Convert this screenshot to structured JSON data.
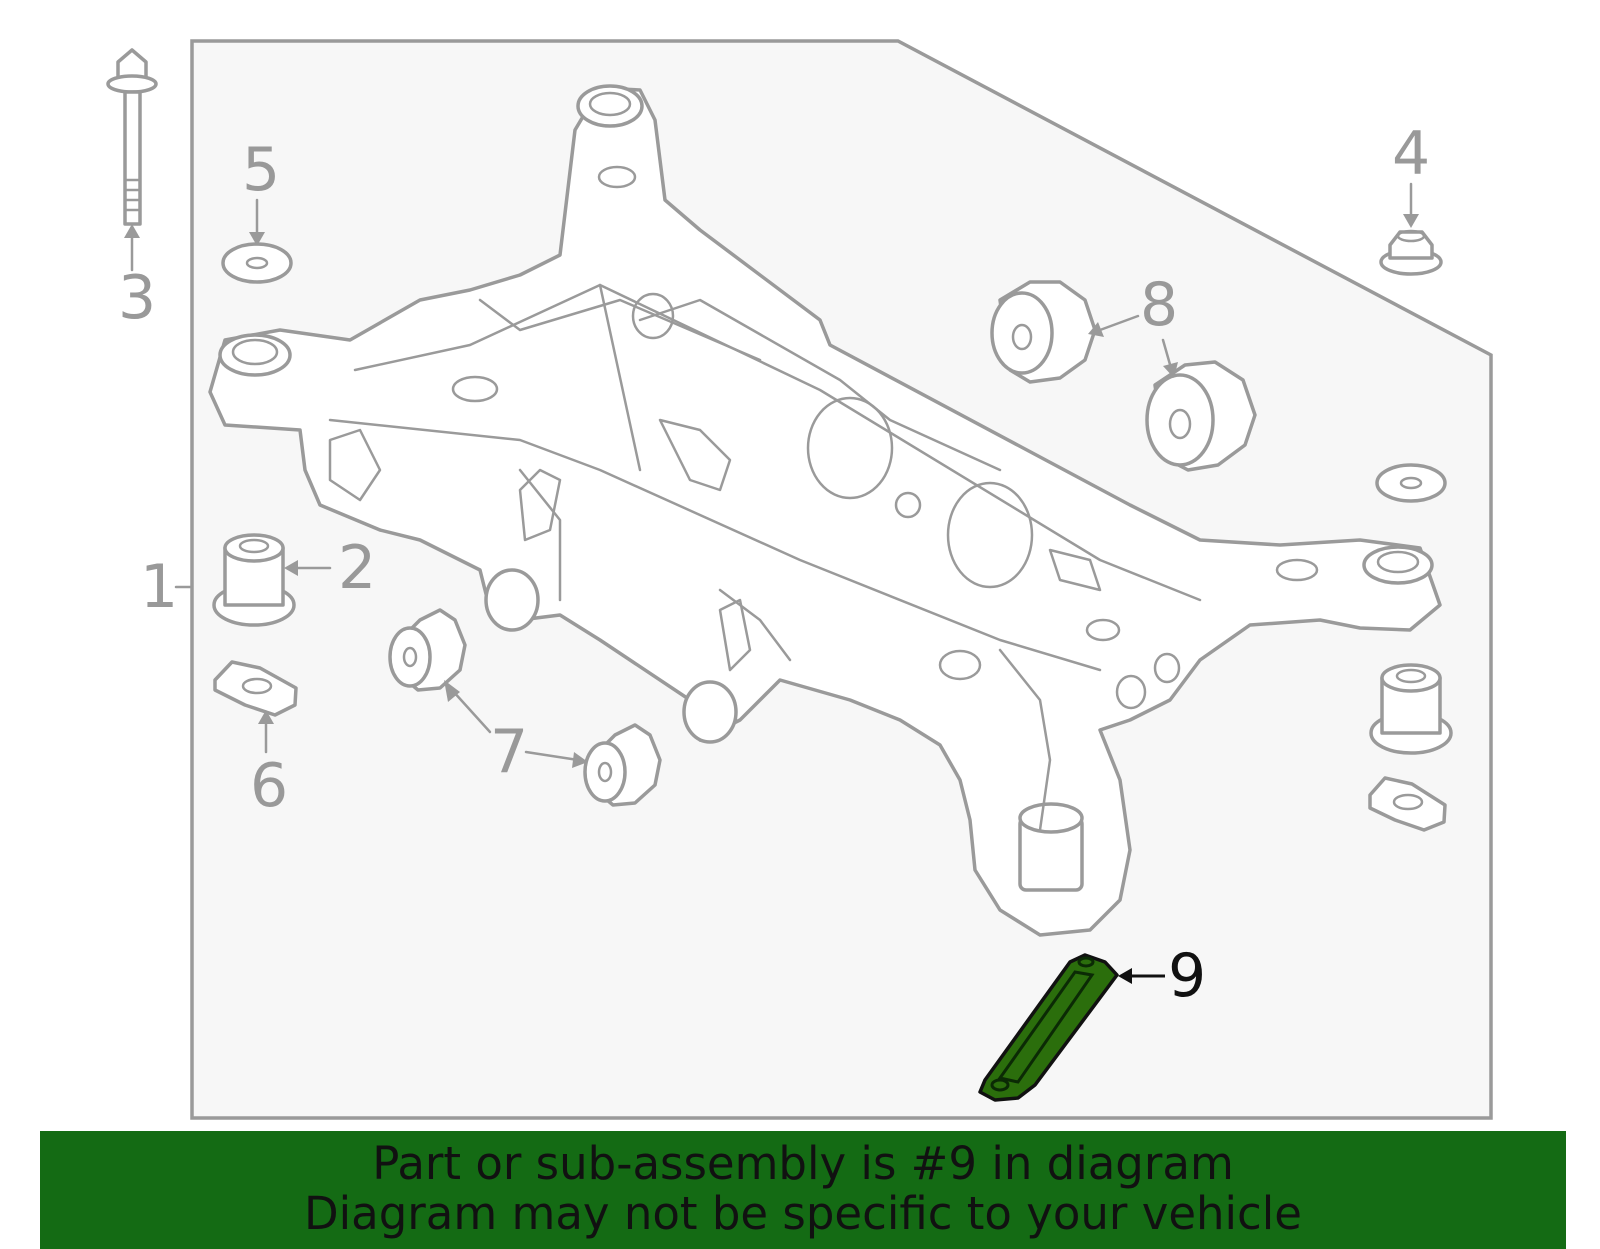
{
  "callouts": {
    "c1": "1",
    "c2": "2",
    "c3": "3",
    "c4": "4",
    "c5": "5",
    "c6": "6",
    "c7": "7",
    "c8": "8",
    "c9": "9"
  },
  "highlighted_part": "9",
  "colors": {
    "highlight": "#2b6e0c",
    "banner": "#146b14",
    "line": "#9a9a9a",
    "box_fill": "#f7f7f7"
  },
  "banner": {
    "line1": "Part or sub-assembly is #9 in diagram",
    "line2": "Diagram may not be specific to your vehicle"
  }
}
